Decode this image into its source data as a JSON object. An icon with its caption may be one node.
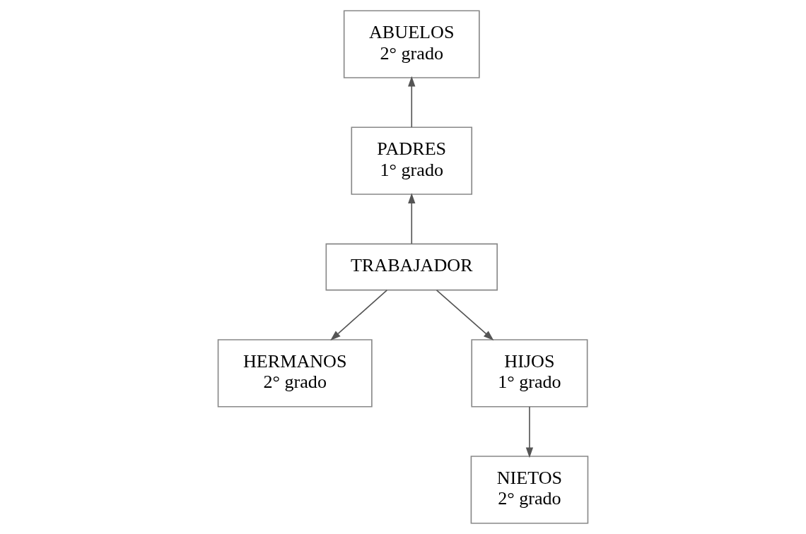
{
  "diagram": {
    "nodes": [
      {
        "text": [
          "ABUELOS",
          "2° grado"
        ]
      },
      {
        "text": [
          "PADRES",
          "1° grado"
        ]
      },
      {
        "text": [
          "TRABAJADOR"
        ]
      },
      {
        "text": [
          "HERMANOS",
          "2° grado"
        ]
      },
      {
        "text": [
          "HIJOS",
          "1° grado"
        ]
      },
      {
        "text": [
          "NIETOS",
          "2° grado"
        ]
      }
    ],
    "edges": [
      {
        "from": 1,
        "to": 0,
        "arrow": "to"
      },
      {
        "from": 2,
        "to": 1,
        "arrow": "to"
      },
      {
        "from": 2,
        "to": 3,
        "arrow": "to"
      },
      {
        "from": 2,
        "to": 4,
        "arrow": "to"
      },
      {
        "from": 4,
        "to": 5,
        "arrow": "to"
      }
    ]
  }
}
